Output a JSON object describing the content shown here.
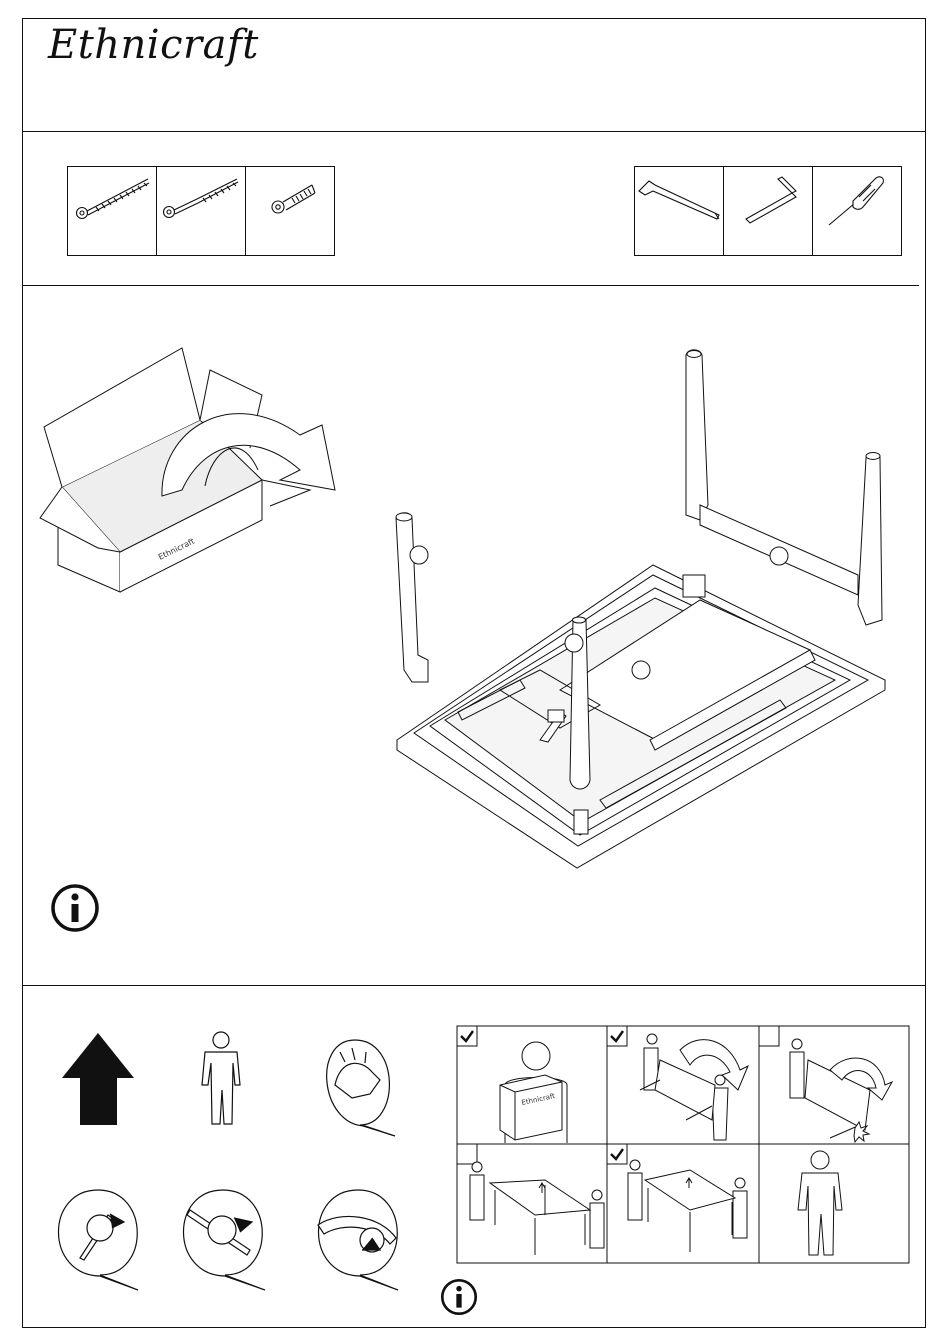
{
  "header": {
    "brand": "Ethnicraft"
  },
  "hardware": {
    "fasteners": [
      "long-wood-screw-icon",
      "wood-screw-icon",
      "bolt-icon"
    ],
    "tools": [
      "long-allen-key-icon",
      "allen-key-icon",
      "screwdriver-icon"
    ]
  },
  "assembly": {
    "box_label": "Ethnicraft",
    "callout_circles": 4
  },
  "tips": {
    "icons": [
      "up-arrow-icon",
      "single-person-icon",
      "hand-gesture-icon",
      "tighten-clockwise-icon",
      "screwdriver-turn-icon",
      "loosen-icon"
    ],
    "grid_box_label": "Ethnicraft",
    "grid_checks": [
      true,
      true,
      false,
      false,
      true,
      false
    ]
  }
}
